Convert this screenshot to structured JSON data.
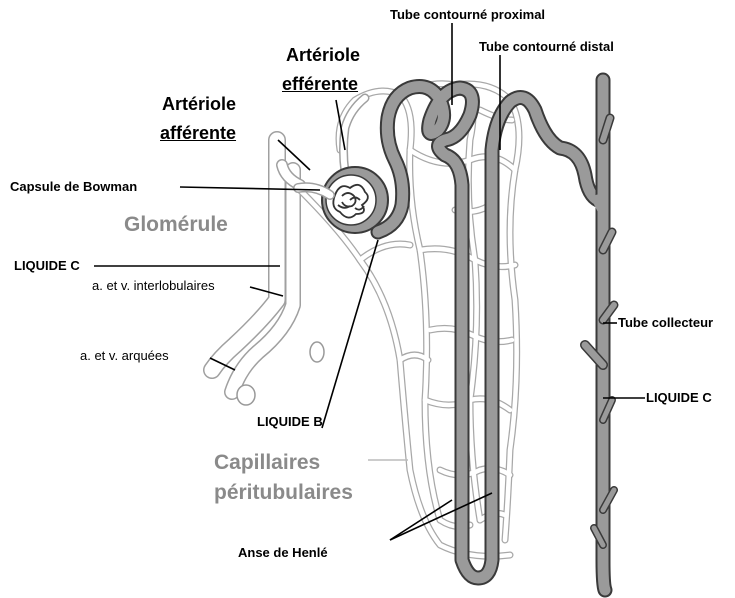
{
  "labels": {
    "tube_proximal": "Tube contourné proximal",
    "tube_distal": "Tube contourné distal",
    "arteriole_efferente_1": "Artériole",
    "arteriole_efferente_2": "efférente",
    "arteriole_afferente_1": "Artériole",
    "arteriole_afferente_2": "afférente",
    "capsule_bowman": "Capsule de Bowman",
    "glomerule": "Glomérule",
    "liquide_c_left": "LIQUIDE C",
    "interlobulaires": "a. et v. interlobulaires",
    "arquees": "a. et v. arquées",
    "liquide_b": "LIQUIDE B",
    "capillaires_1": "Capillaires",
    "capillaires_2": "péritubulaires",
    "anse_henle": "Anse de Henlé",
    "tube_collecteur": "Tube collecteur",
    "liquide_c_right": "LIQUIDE C"
  },
  "colors": {
    "tubule_fill": "#9a9a9a",
    "tubule_outline": "#3a3a3a",
    "vessel_fill": "#ffffff",
    "vessel_outline": "#b5b5b5",
    "label_grey": "#8a8a8a"
  }
}
